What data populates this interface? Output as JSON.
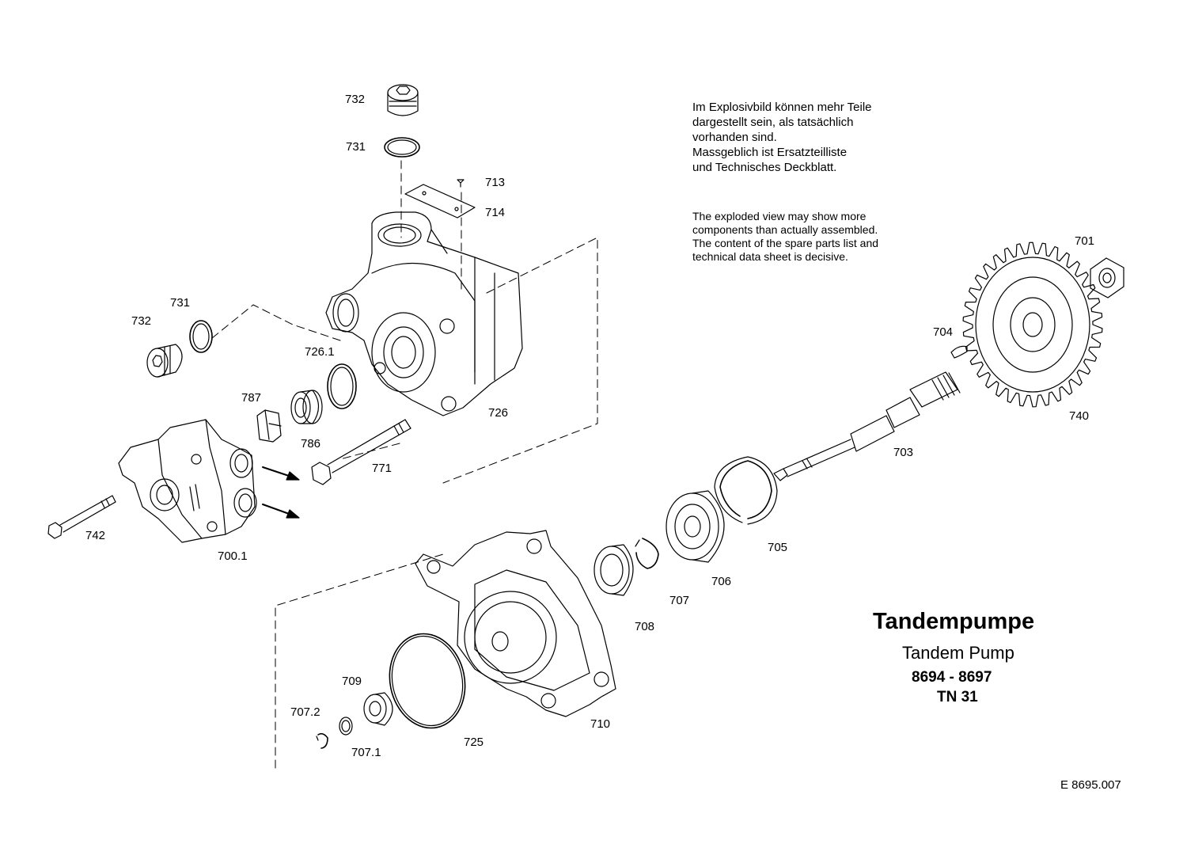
{
  "notes": {
    "german": "Im Explosivbild können mehr Teile\ndargestellt sein, als tatsächlich\nvorhanden sind.\nMassgeblich ist Ersatzteilliste\nund Technisches Deckblatt.",
    "english": "The exploded view may show more\ncomponents than actually assembled.\nThe content of the spare parts list and\ntechnical data sheet is decisive."
  },
  "title_block": {
    "title_de": "Tandempumpe",
    "title_en": "Tandem Pump",
    "range": "8694 - 8697",
    "tn": "TN  31"
  },
  "document_number": "E  8695.007",
  "part_labels": {
    "p732_top": "732",
    "p731_top": "731",
    "p713": "713",
    "p714": "714",
    "p701": "701",
    "p704": "704",
    "p740": "740",
    "p731_left": "731",
    "p732_left": "732",
    "p726_1": "726.1",
    "p726": "726",
    "p787": "787",
    "p786": "786",
    "p771": "771",
    "p703": "703",
    "p742": "742",
    "p700_1": "700.1",
    "p705": "705",
    "p706": "706",
    "p707": "707",
    "p708": "708",
    "p709": "709",
    "p707_2": "707.2",
    "p707_1": "707.1",
    "p725": "725",
    "p710": "710"
  }
}
